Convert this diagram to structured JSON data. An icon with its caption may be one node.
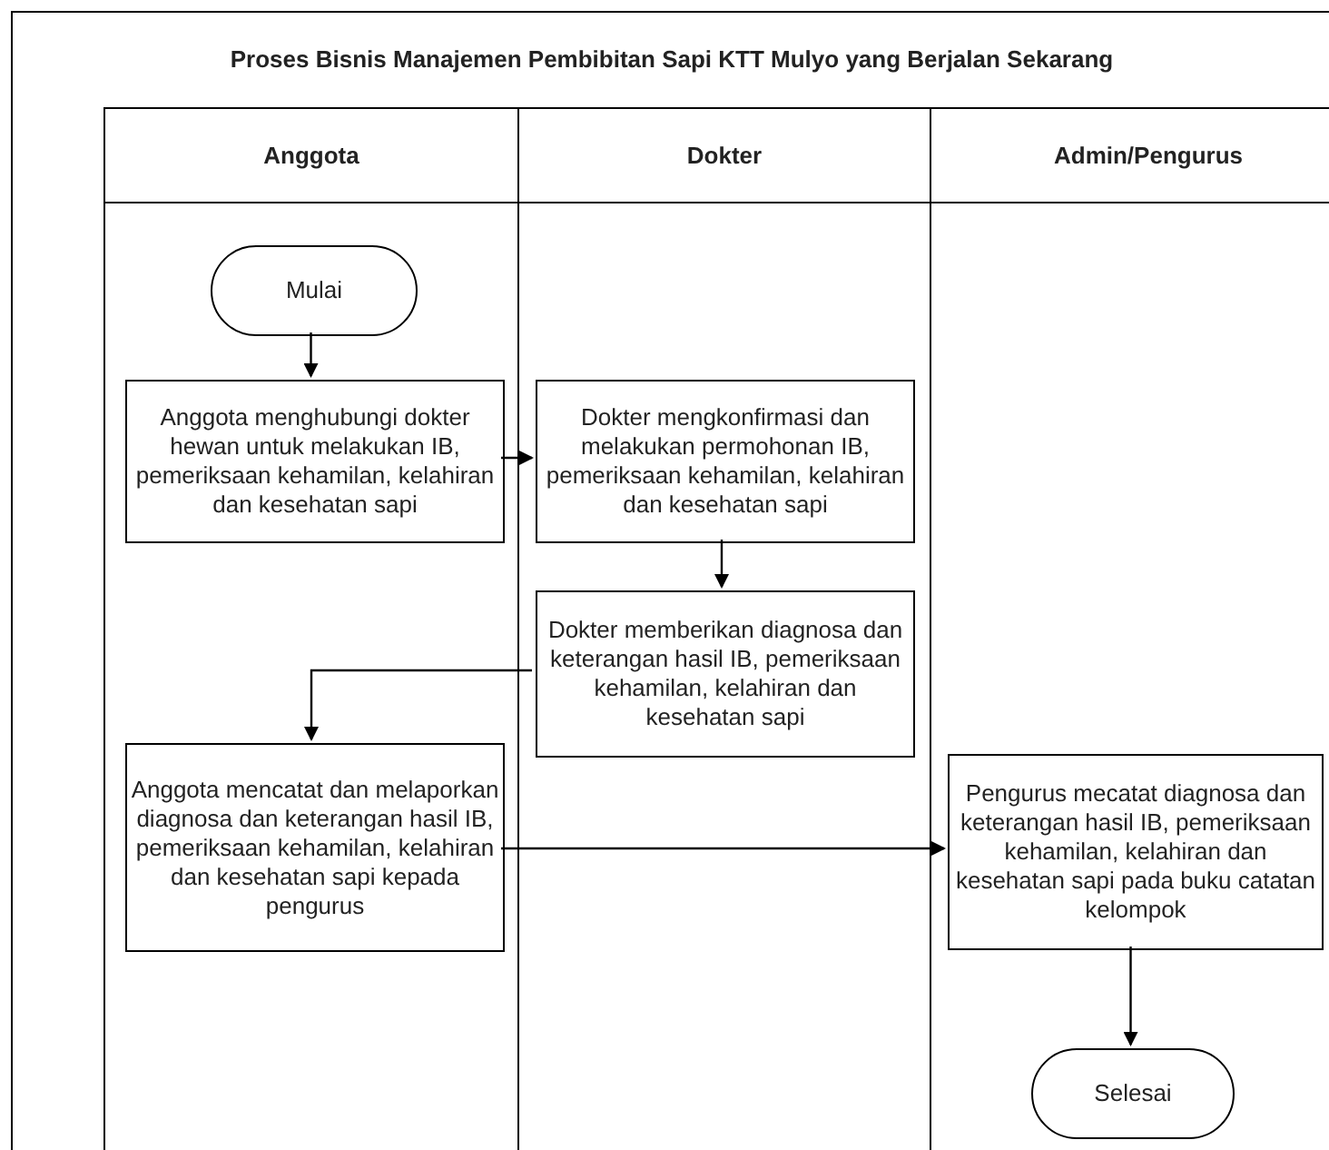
{
  "diagram": {
    "nodes": [
      {
        "text": [
          "Proses Bisnis Manajemen Pembibitan Sapi KTT Mulyo yang Berjalan Sekarang"
        ]
      },
      {
        "text": [
          "Anggota"
        ],
        "in": 0
      },
      {
        "text": [
          "Dokter"
        ],
        "in": 0
      },
      {
        "text": [
          "Admin/Pengurus"
        ],
        "in": 0
      },
      {
        "text": [
          "Mulai"
        ],
        "in": 1
      },
      {
        "text": [
          "Anggota menghubungi dokter hewan untuk melakukan IB, pemeriksaan kehamilan, kelahiran dan kesehatan sapi"
        ],
        "in": 1
      },
      {
        "text": [
          "Dokter mengkonfirmasi dan melakukan permohonan IB, pemeriksaan kehamilan, kelahiran dan kesehatan sapi"
        ],
        "in": 2
      },
      {
        "text": [
          "Dokter memberikan diagnosa dan keterangan hasil IB, pemeriksaan kehamilan, kelahiran dan kesehatan sapi"
        ],
        "in": 2
      },
      {
        "text": [
          "Anggota mencatat dan melaporkan diagnosa dan keterangan hasil IB, pemeriksaan kehamilan, kelahiran dan kesehatan sapi kepada pengurus"
        ],
        "in": 1
      },
      {
        "text": [
          "Pengurus mecatat diagnosa dan keterangan hasil IB, pemeriksaan kehamilan, kelahiran dan kesehatan sapi pada buku catatan kelompok"
        ],
        "in": 3
      },
      {
        "text": [
          "Selesai"
        ],
        "in": 3
      }
    ],
    "edges": [
      {
        "from": 4,
        "to": 5,
        "arrow": "to"
      },
      {
        "from": 5,
        "to": 6,
        "arrow": "to"
      },
      {
        "from": 6,
        "to": 7,
        "arrow": "to"
      },
      {
        "from": 7,
        "to": 8,
        "arrow": "to"
      },
      {
        "from": 8,
        "to": 9,
        "arrow": "to"
      },
      {
        "from": 9,
        "to": 10,
        "arrow": "to"
      }
    ]
  }
}
